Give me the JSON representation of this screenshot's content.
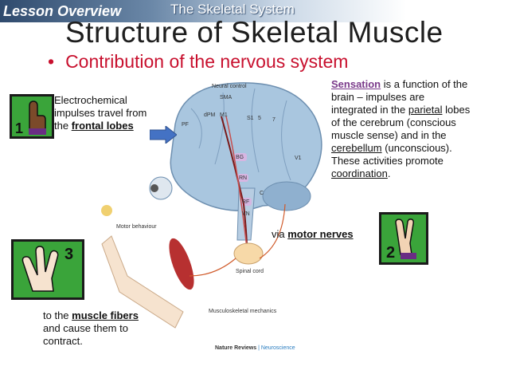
{
  "header": {
    "lesson_overview": "Lesson Overview",
    "section": "The Skeletal System"
  },
  "slide": {
    "title": "Structure of Skeletal Muscle",
    "bullet": "Contribution of the nervous system"
  },
  "callouts": {
    "step1": {
      "line1": "Electrochemical",
      "line2": "impulses travel from",
      "line3_prefix": "the ",
      "line3_bold": "frontal lobes"
    },
    "sensation": {
      "term": "Sensation",
      "t1": " is a function of the",
      "t2": "brain – impulses are",
      "t3": "integrated in the ",
      "parietal": "parietal",
      "t3b": " lobes",
      "t4": "of the cerebrum (conscious",
      "t5": "muscle sense) and in the",
      "cerebellum": "cerebellum",
      "t6": " (unconscious).",
      "t7": "These activities promote",
      "coordination": "coordination",
      "t8": "."
    },
    "step2": {
      "prefix": "via ",
      "bold": "motor nerves"
    },
    "step3": {
      "prefix": "to the ",
      "bold": "muscle fibers",
      "line2": "and cause them to",
      "line3": "contract."
    }
  },
  "diagram": {
    "neural_control": "Neural control",
    "sma": "SMA",
    "dpm": "dPM",
    "m1": "M1",
    "s1": "S1",
    "n5": "5",
    "n7": "7",
    "pf": "PF",
    "v1": "V1",
    "bg": "BG",
    "rn": "RN",
    "c": "C",
    "rf": "RF",
    "vn": "VN",
    "motor_behaviour": "Motor behaviour",
    "spinal_cord": "Spinal cord",
    "musculoskeletal": "Musculoskeletal mechanics",
    "credit_a": "Nature Reviews",
    "credit_b": " | Neuroscience"
  },
  "colors": {
    "bullet_red": "#c8102e",
    "icon_green": "#3aa43a",
    "brain_blue": "#a9c6df"
  }
}
